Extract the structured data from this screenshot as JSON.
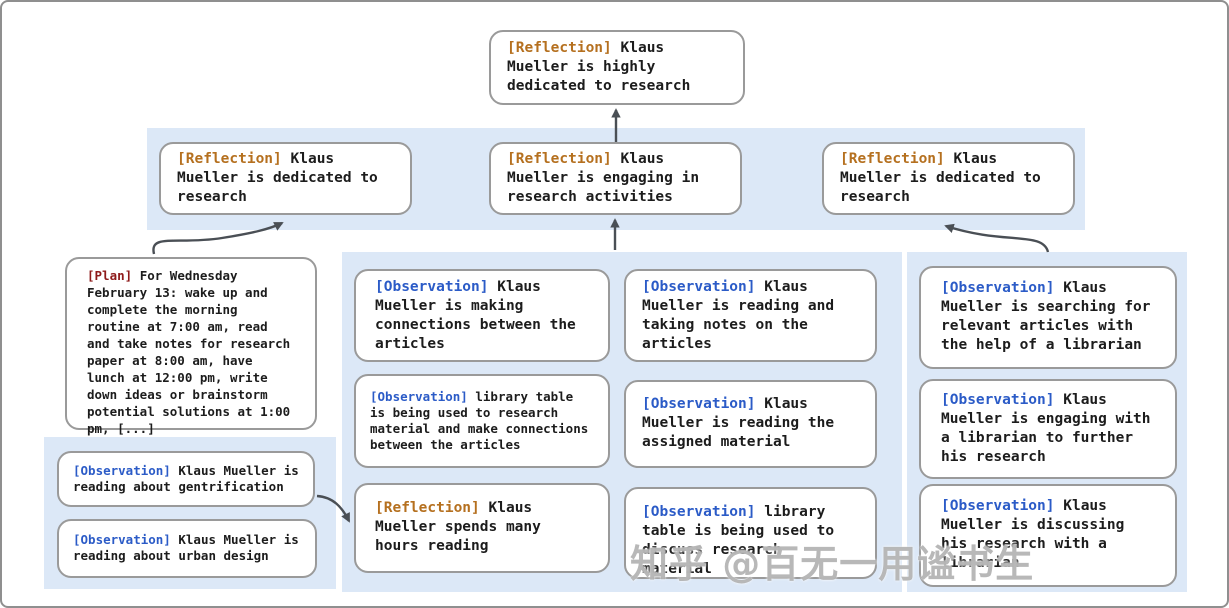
{
  "diagram": {
    "watermark": "知乎 @百无一用谧书生",
    "root": {
      "tag": "[Reflection]",
      "text": "Klaus Mueller is highly dedicated to research"
    },
    "level2": [
      {
        "tag": "[Reflection]",
        "text": "Klaus Mueller is dedicated to research"
      },
      {
        "tag": "[Reflection]",
        "text": "Klaus Mueller is engaging in research activities"
      },
      {
        "tag": "[Reflection]",
        "text": "Klaus Mueller is dedicated to research"
      }
    ],
    "plan": {
      "tag": "[Plan]",
      "text": "For Wednesday February 13: wake up and complete the morning routine at 7:00 am, read and take notes for research paper at 8:00 am, have lunch at 12:00 pm, write down ideas or brainstorm potential solutions at 1:00 pm, [...]"
    },
    "left_observations": [
      {
        "tag": "[Observation]",
        "text": "Klaus Mueller is reading about gentrification"
      },
      {
        "tag": "[Observation]",
        "text": "Klaus Mueller is reading about urban design"
      }
    ],
    "middle_nodes": [
      {
        "tag": "[Observation]",
        "text": "Klaus Mueller is making connections between the articles"
      },
      {
        "tag": "[Observation]",
        "text": "library table is being used to research material and make connections between the articles"
      },
      {
        "tag": "[Reflection]",
        "text": "Klaus Mueller spends many hours reading"
      },
      {
        "tag": "[Observation]",
        "text": "Klaus Mueller is reading and taking notes on the articles"
      },
      {
        "tag": "[Observation]",
        "text": "Klaus Mueller is reading the assigned material"
      },
      {
        "tag": "[Observation]",
        "text": "library table is being used to discuss research material"
      }
    ],
    "right_observations": [
      {
        "tag": "[Observation]",
        "text": "Klaus Mueller is searching for relevant articles with the help of a librarian"
      },
      {
        "tag": "[Observation]",
        "text": "Klaus Mueller is engaging with a librarian to further his research"
      },
      {
        "tag": "[Observation]",
        "text": "Klaus Mueller is discussing his research with a librarian"
      }
    ],
    "colors": {
      "reflection_tag": "#b5701f",
      "observation_tag": "#2b5bc7",
      "plan_tag": "#8e1a1a",
      "band_background": "#dce8f7",
      "box_border": "#9a9a9a",
      "arrow": "#4a4f55"
    }
  }
}
